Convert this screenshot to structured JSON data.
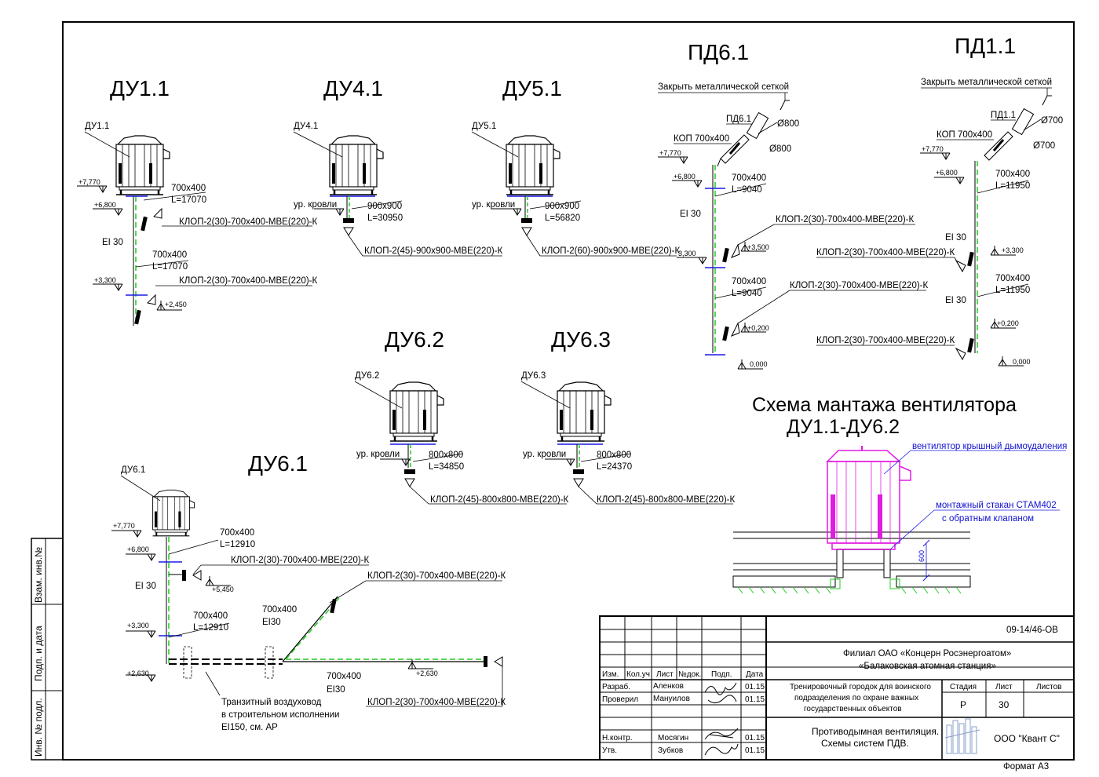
{
  "colors": {
    "duct_dash": "#22c922",
    "blue_mark": "#1a1ae6",
    "magenta": "#e21ae2",
    "line": "#000000"
  },
  "icons": [
    "fan-icon",
    "damper-icon",
    "level-mark-icon",
    "section-arrow-icon"
  ],
  "systems": {
    "du11": {
      "title": "ДУ1.1",
      "fan": "ДУ1.1",
      "levels": [
        "+7,770",
        "+6,800",
        "+3,300",
        "+2,450"
      ],
      "duct1": {
        "size": "700х400",
        "len": "L=17070"
      },
      "duct2": {
        "size": "700х400",
        "len": "L=17070"
      },
      "fire": "EI 30",
      "damper1": "КЛОП-2(30)-700х400-МВЕ(220)-К",
      "damper2": "КЛОП-2(30)-700х400-МВЕ(220)-К"
    },
    "du41": {
      "title": "ДУ4.1",
      "fan": "ДУ4.1",
      "roof": "ур. кровли",
      "duct": {
        "size": "900х900",
        "len": "L=30950"
      },
      "damper": "КЛОП-2(45)-900х900-МВЕ(220)-К"
    },
    "du51": {
      "title": "ДУ5.1",
      "fan": "ДУ5.1",
      "roof": "ур. кровли",
      "duct": {
        "size": "900х900",
        "len": "L=56820"
      },
      "damper": "КЛОП-2(60)-900х900-МВЕ(220)-К"
    },
    "pd61": {
      "title": "ПД6.1",
      "mesh": "Закрыть металлической сеткой",
      "tag": "ПД6.1",
      "dia1": "Ø800",
      "dia2": "Ø800",
      "kop": "КОП 700х400",
      "levels": [
        "+7,770",
        "+6,800",
        "3,300",
        "+3,500",
        "+0,200",
        "0,000"
      ],
      "duct1": {
        "size": "700х400",
        "len": "L=9040"
      },
      "duct2": {
        "size": "700х400",
        "len": "L=9040"
      },
      "fire": "EI 30",
      "damper1": "КЛОП-2(30)-700х400-МВЕ(220)-К",
      "damper2": "КЛОП-2(30)-700х400-МВЕ(220)-К"
    },
    "pd11": {
      "title": "ПД1.1",
      "mesh": "Закрыть металлической сеткой",
      "tag": "ПД1.1",
      "dia1": "Ø700",
      "dia2": "Ø700",
      "kop": "КОП 700х400",
      "levels": [
        "+7,770",
        "+6,800",
        "+3,300",
        "+0,200",
        "0,000"
      ],
      "duct1": {
        "size": "700х400",
        "len": "L=11950"
      },
      "duct2": {
        "size": "700х400",
        "len": "L=11950"
      },
      "fire1": "EI 30",
      "fire2": "EI 30",
      "damper1": "КЛОП-2(30)-700х400-МВЕ(220)-К",
      "damper2": "КЛОП-2(30)-700х400-МВЕ(220)-К"
    },
    "du62": {
      "title": "ДУ6.2",
      "fan": "ДУ6.2",
      "roof": "ур. кровли",
      "duct": {
        "size": "800х800",
        "len": "L=34850"
      },
      "damper": "КЛОП-2(45)-800х800-МВЕ(220)-К"
    },
    "du63": {
      "title": "ДУ6.3",
      "fan": "ДУ6.3",
      "roof": "ур. кровли",
      "duct": {
        "size": "800х800",
        "len": "L=24370"
      },
      "damper": "КЛОП-2(45)-800х800-МВЕ(220)-К"
    },
    "du61": {
      "title": "ДУ6.1",
      "fan": "ДУ6.1",
      "levels": [
        "+7,770",
        "+6,800",
        "+5,450",
        "+3,300",
        "+2,630",
        "+2,630"
      ],
      "duct1": {
        "size": "700х400",
        "len": "L=12910"
      },
      "duct2": {
        "size": "700х400",
        "len": "L=12910"
      },
      "duct3": {
        "size": "700х400",
        "fire": "EI30"
      },
      "duct4": {
        "size": "700х400",
        "fire": "EI30"
      },
      "fire": "EI 30",
      "damper1": "КЛОП-2(30)-700х400-МВЕ(220)-К",
      "damper2": "КЛОП-2(30)-700х400-МВЕ(220)-К",
      "damper3": "КЛОП-2(30)-700х400-МВЕ(220)-К",
      "transit": [
        "Транзитный воздуховод",
        "в строительном исполнении",
        "EI150, см. АР"
      ]
    }
  },
  "mount": {
    "title1": "Схема мантажа вентилятора",
    "title2": "ДУ1.1-ДУ6.2",
    "label1": "вентилятор крышный дымоудаления",
    "label2": "монтажный стакан СТАМ402",
    "label3": "с обратным клапаном",
    "dim": "600"
  },
  "side": {
    "inv": "Инв. № подл.",
    "sign": "Подп. и дата",
    "vzam": "Взам. инв.№"
  },
  "stamp": {
    "code": "09-14/46-ОВ",
    "org1": "Филиал ОАО «Концерн Росэнергоатом»",
    "org2": "«Балаковская атомная станция»",
    "hdr": [
      "Изм.",
      "Кол.уч",
      "Лист",
      "№док.",
      "Подп.",
      "Дата"
    ],
    "rows": [
      {
        "role": "Разраб.",
        "name": "Аленков",
        "date": "01.15"
      },
      {
        "role": "Проверил",
        "name": "Мануилов",
        "date": "01.15"
      },
      {
        "role": "Н.контр.",
        "name": "Мосягин",
        "date": "01.15"
      },
      {
        "role": "Утв.",
        "name": "Зубков",
        "date": "01.15"
      }
    ],
    "object": [
      "Тренировочный городок для воинского",
      "подразделения  по охране важных",
      "государственных объектов"
    ],
    "stage_h": "Стадия",
    "sheet_h": "Лист",
    "sheets_h": "Листов",
    "stage": "Р",
    "sheet": "30",
    "drawing": [
      "Противодымная вентиляция.",
      "Схемы систем ПДВ."
    ],
    "company": "ООО \"Квант С\"",
    "format": "Формат А3"
  }
}
